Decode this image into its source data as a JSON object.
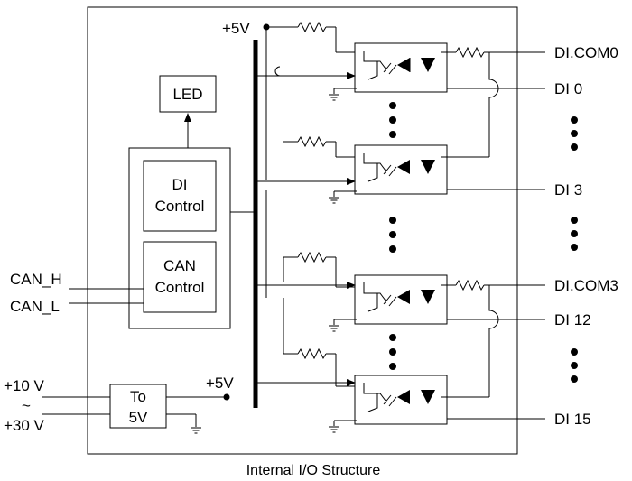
{
  "caption": "Internal I/O Structure",
  "led_label": "LED",
  "di_control": [
    "DI",
    "Control"
  ],
  "can_control": [
    "CAN",
    "Control"
  ],
  "converter": [
    "To",
    "5V"
  ],
  "supply_top": "+5V",
  "supply_bottom": "+5V",
  "can_h": "CAN_H",
  "can_l": "CAN_L",
  "power_in": [
    "+10 V",
    "~",
    "+30 V"
  ],
  "right_labels": {
    "com0": "DI.COM0",
    "di0": "DI 0",
    "di3": "DI 3",
    "com3": "DI.COM3",
    "di12": "DI 12",
    "di15": "DI 15"
  }
}
